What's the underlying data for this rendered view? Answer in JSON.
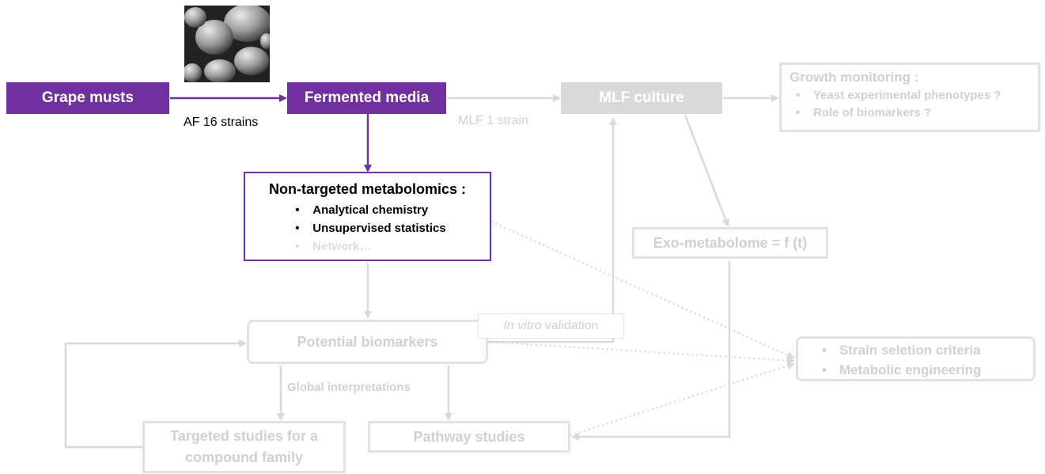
{
  "colors": {
    "accent": "#7030a0",
    "muted": "#d9d9d9",
    "muted_text": "#d0d0d0"
  },
  "nodes": {
    "grape_musts": "Grape musts",
    "fermented_media": "Fermented media",
    "mlf_culture": "MLF culture",
    "growth_title": "Growth monitoring :",
    "growth_items": [
      "Yeast experimental phenotypes ?",
      "Role of biomarkers ?"
    ],
    "metabolomics_title": "Non-targeted metabolomics :",
    "metabolomics_items": [
      "Analytical chemistry",
      "Unsupervised statistics",
      "Network…"
    ],
    "exo_metabolome": "Exo-metabolome = f (t)",
    "potential_biomarkers": "Potential biomarkers",
    "in_vitro_italic": "In vitro",
    "in_vitro_rest": " validation",
    "strain_items": [
      "Strain seletion criteria",
      "Metabolic engineering"
    ],
    "targeted_line1": "Targeted studies for a",
    "targeted_line2": "compound family",
    "pathway_studies": "Pathway studies"
  },
  "edge_labels": {
    "af": "AF 16 strains",
    "mlf": "MLF 1 strain",
    "global": "Global interpretations"
  },
  "image": {
    "icon": "yeast-micrograph-image"
  }
}
